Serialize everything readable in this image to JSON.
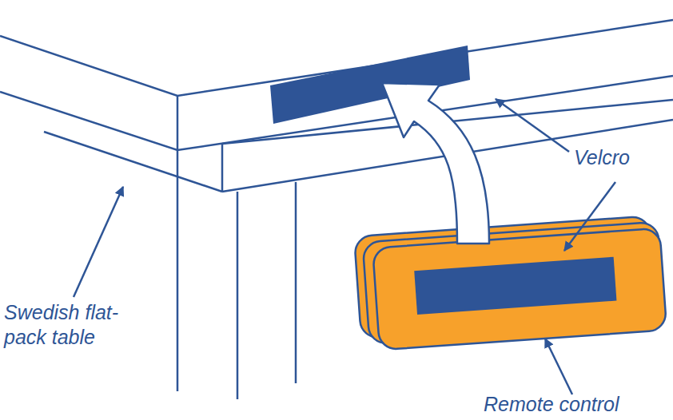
{
  "diagram": {
    "labels": [
      "Velcro",
      "Swedish flat-pack table",
      "Remote control"
    ]
  }
}
